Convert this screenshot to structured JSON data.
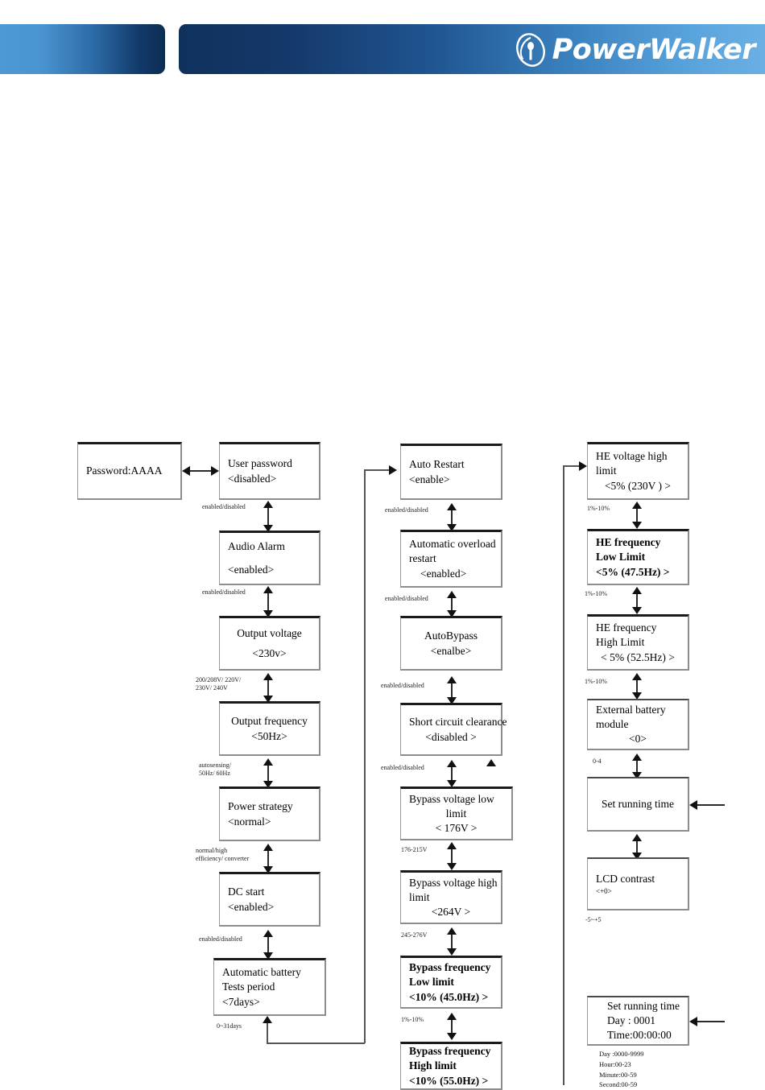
{
  "header": {
    "brand": "PowerWalker",
    "logo_icon": "powerwalker-emblem-icon"
  },
  "diagram": {
    "title": "UPS LCD setting menu flow",
    "nodes": {
      "password_entry": {
        "lines": [
          "Password:AAAA"
        ]
      },
      "user_password": {
        "lines": [
          "User password",
          "<disabled>"
        ]
      },
      "audio_alarm": {
        "lines": [
          "Audio Alarm",
          "<enabled>"
        ]
      },
      "output_voltage": {
        "lines": [
          "Output voltage",
          "<230v>"
        ]
      },
      "output_frequency": {
        "lines": [
          "Output frequency",
          "<50Hz>"
        ]
      },
      "power_strategy": {
        "lines": [
          "Power strategy",
          "<normal>"
        ]
      },
      "dc_start": {
        "lines": [
          "DC start",
          "<enabled>"
        ]
      },
      "auto_battery_test": {
        "lines": [
          "Automatic battery",
          "Tests period",
          "<7days>"
        ]
      },
      "auto_restart": {
        "lines": [
          "Auto Restart",
          "<enable>"
        ]
      },
      "auto_overload_restart": {
        "lines": [
          "Automatic overload",
          "restart",
          "<enabled>"
        ]
      },
      "auto_bypass": {
        "lines": [
          "AutoBypass",
          "<enalbe>"
        ]
      },
      "short_circuit": {
        "lines": [
          "Short circuit clearance",
          "<disabled >"
        ]
      },
      "bypass_v_low": {
        "lines": [
          "Bypass voltage low",
          "limit",
          "< 176V >"
        ]
      },
      "bypass_v_high": {
        "lines": [
          "Bypass voltage high",
          "limit",
          "<264V >"
        ]
      },
      "bypass_f_low": {
        "lines": [
          "Bypass frequency",
          "Low limit",
          "<10% (45.0Hz) >"
        ]
      },
      "bypass_f_high": {
        "lines": [
          "Bypass frequency",
          "High limit",
          "<10% (55.0Hz) >"
        ]
      },
      "he_v_high": {
        "lines": [
          "HE voltage high",
          "limit",
          "<5% (230V ) >"
        ]
      },
      "he_f_low": {
        "lines": [
          "HE frequency",
          "Low Limit",
          "<5% (47.5Hz) >"
        ]
      },
      "he_f_high": {
        "lines": [
          "HE frequency",
          "High Limit",
          "< 5% (52.5Hz) >"
        ]
      },
      "external_battery": {
        "lines": [
          "External battery",
          "module",
          "<0>"
        ]
      },
      "set_running_time": {
        "lines": [
          "Set running time"
        ]
      },
      "lcd_contrast": {
        "lines": [
          "LCD contrast",
          "<+0>"
        ]
      },
      "set_running_time_detail": {
        "lines": [
          "Set running time",
          "Day : 0001",
          "Time:00:00:00"
        ]
      }
    },
    "edge_labels": {
      "e1": "enabled/disabled",
      "e2": "enabled/disabled",
      "e3": "200/208V/ 220V/\n230V/ 240V",
      "e4": "autosensing/\n50Hz/ 60Hz",
      "e5": "normal/high\nefficiency/ converter",
      "e6": "enabled/disabled",
      "e7": "0~31days",
      "f1": "enabled/disabled",
      "f2": "enabled/disabled",
      "f3": "enabled/disabled",
      "f4": "enabled/disabled",
      "f5": "176-215V",
      "f6": "245-276V",
      "f7": "1%-10%",
      "g1": "1%-10%",
      "g2": "1%-10%",
      "g3": "1%-10%",
      "g4": "0-4",
      "g5": "-5~+5"
    },
    "range_note": {
      "lines": [
        "Day :0000-9999",
        "Hour:00-23",
        "Minute:00-59",
        "Second:00-59"
      ]
    }
  }
}
